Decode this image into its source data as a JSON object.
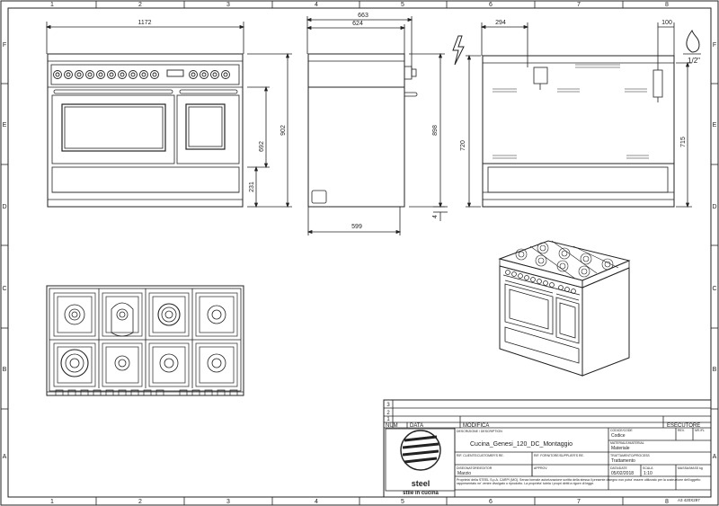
{
  "frame": {
    "cols_top": [
      "1",
      "2",
      "3",
      "4",
      "5",
      "6",
      "7",
      "8"
    ],
    "cols_bottom": [
      "1",
      "2",
      "3",
      "4",
      "5",
      "6",
      "7",
      "8"
    ],
    "rows_left": [
      "F",
      "E",
      "D",
      "C",
      "B",
      "A"
    ],
    "rows_right": [
      "F",
      "E",
      "D",
      "C",
      "B",
      "A"
    ]
  },
  "dimensions": {
    "front_width": "1172",
    "side_depth_outer": "663",
    "side_depth_inner": "624",
    "side_depth_base": "599",
    "front_height_total": "902",
    "front_height_body": "692",
    "front_height_plinth": "231",
    "side_height": "898",
    "side_foot": "4",
    "rear_offset": "294",
    "rear_gas_offset": "100",
    "rear_height_left": "720",
    "rear_height_right": "715",
    "gas_fitting": "1/2\""
  },
  "revision_rows": [
    "3",
    "2",
    "1"
  ],
  "title_block": {
    "col_num": "NUM",
    "col_data": "DATA",
    "col_modifica": "MODIFICA",
    "col_esecutore": "ESECUTORE",
    "descrizione_label": "DESCRIZIONE / DESCRIPTION",
    "descrizione": "Cucina_Genesi_120_DC_Montaggio",
    "codice_label": "CODICE/CODE",
    "codice": "Codice",
    "rev_label": "REV.",
    "nr_label": "NR./FL",
    "materiale_label": "MATERIALE/MATERIAL",
    "materiale": "Materiale",
    "cliente_label": "RIF. CLIENTE/CUSTOMER'S RE.",
    "fornitore_label": "RIF. FORNITORE/SUPPLIER'S RE.",
    "trattamento_label": "TRATTAMENTO/PROCESS",
    "trattamento": "Trattamento",
    "designer_label": "DISEGNATORE/EDITOR",
    "designer": "Marzio",
    "approv_label": "APPROV.",
    "date_label": "DATA/DATE",
    "date": "05/02/2018",
    "scale_label": "SCALA",
    "scale": "1:10",
    "mass_label": "MASSA/MASS kg",
    "legal": "Proprieta' della STEEL S.p.A. CARPI (MO). Senza formale autorizzazione scritta della stessa il presente disegno non potra' essere utilizzato per la costruzione dell'oggetto rappresentato ne' venire divulgato o riprodotto. La proprieta' tutela i propri diritti a rigore di legge.",
    "logo_word": "steel",
    "logo_tagline": "stile in cucina",
    "format": "A3 420X297"
  }
}
